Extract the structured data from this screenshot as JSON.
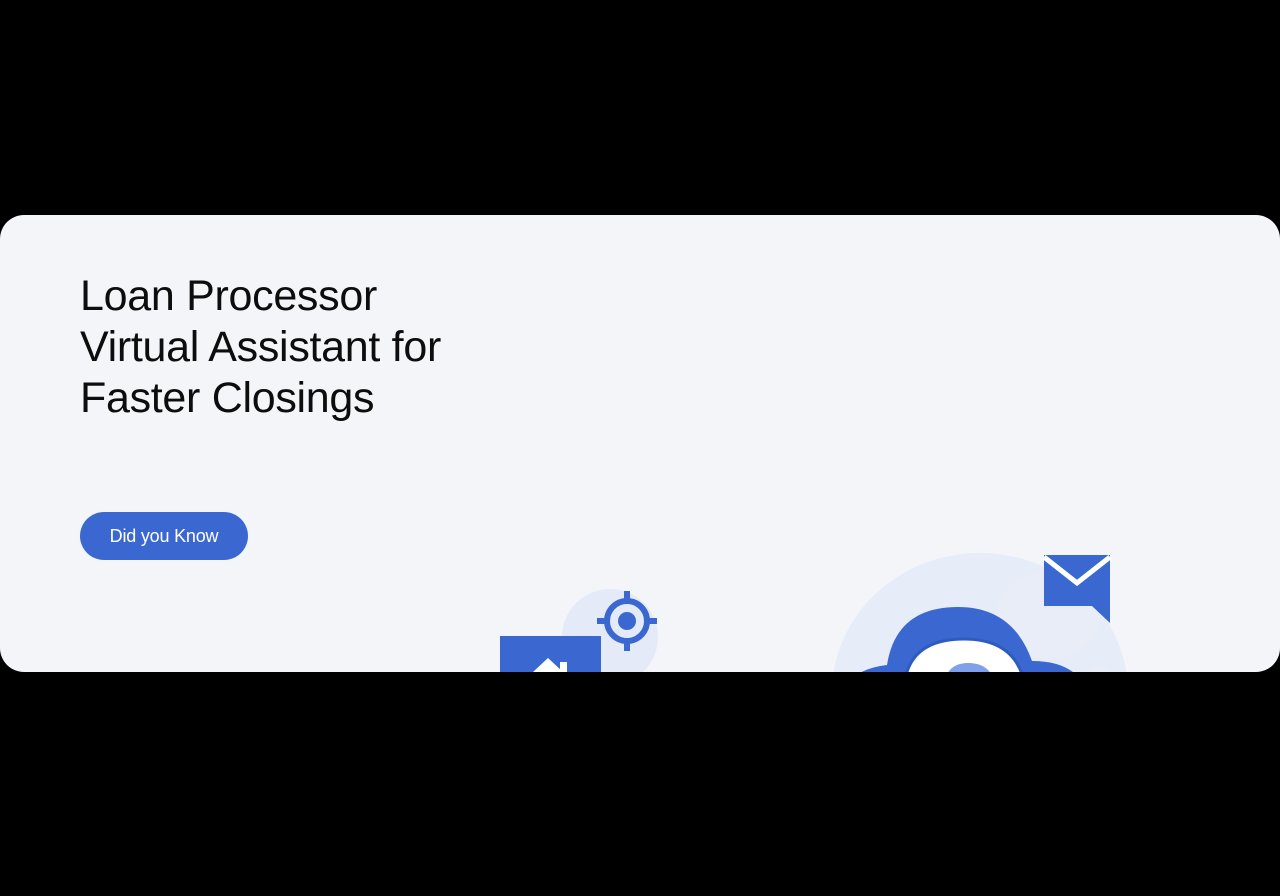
{
  "banner": {
    "headline_lines": [
      "Loan Processor",
      "Virtual Assistant for",
      "Faster Closings"
    ],
    "cta_label": "Did you Know"
  },
  "illustration": {
    "icons": [
      "laptop-icon",
      "home-icon",
      "target-icon",
      "transfer-arrow-icon",
      "cloud-icon",
      "envelope-icon"
    ]
  },
  "colors": {
    "accent": "#3a68d0",
    "accent_light": "#7fa0ea",
    "pale_blue": "#dfe7f8",
    "background": "#f3f5f9",
    "page": "#000000"
  }
}
